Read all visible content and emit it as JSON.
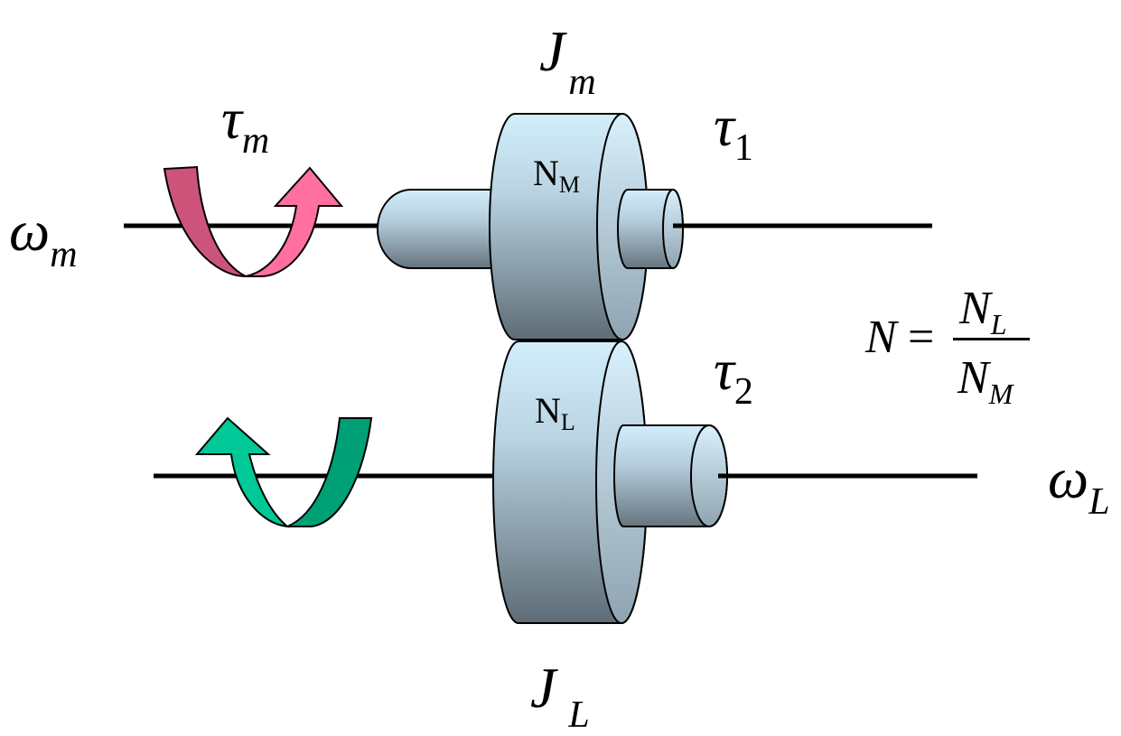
{
  "labels": {
    "omega_m": {
      "base": "ω",
      "sub": "m"
    },
    "tau_m": {
      "base": "τ",
      "sub": "m"
    },
    "J_m": {
      "base": "J",
      "sub": "m"
    },
    "tau_1": {
      "base": "τ",
      "sub": "1"
    },
    "tau_2": {
      "base": "τ",
      "sub": "2"
    },
    "omega_L": {
      "base": "ω",
      "sub": "L"
    },
    "J_L": {
      "base": "J",
      "sub": "L"
    }
  },
  "gears": {
    "motor": {
      "base": "N",
      "sub": "M"
    },
    "load": {
      "base": "N",
      "sub": "L"
    }
  },
  "equation": {
    "lhs": "N",
    "eq": "=",
    "num_base": "N",
    "num_sub": "L",
    "den_base": "N",
    "den_sub": "M"
  },
  "colors": {
    "cylinder_light": "#cfeaf9",
    "cylinder_dark": "#5f6e78",
    "arrow_top_light": "#ff6fa0",
    "arrow_top_dark": "#cc537a",
    "arrow_bottom_light": "#00c896",
    "arrow_bottom_dark": "#00a077"
  }
}
